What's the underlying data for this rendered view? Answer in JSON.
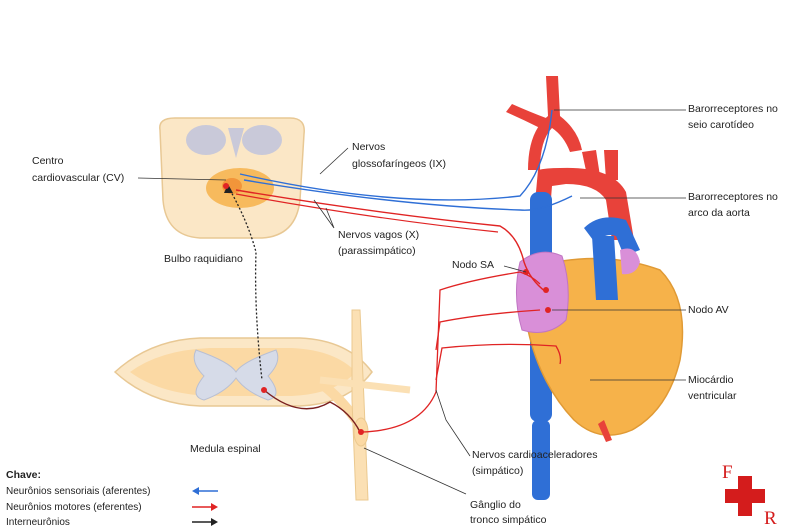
{
  "labels": {
    "cv_center_1": "Centro",
    "cv_center_2": "cardiovascular (CV)",
    "medulla_oblongata": "Bulbo raquidiano",
    "spinal_cord": "Medula espinal",
    "glossopharyngeal_1": "Nervos",
    "glossopharyngeal_2": "glossofaríngeos (IX)",
    "vagus_1": "Nervos vagos (X)",
    "vagus_2": "(parassimpático)",
    "sa_node": "Nodo SA",
    "av_node": "Nodo AV",
    "myocardium_1": "Miocárdio",
    "myocardium_2": "ventricular",
    "baro_carotid_1": "Barorreceptores no",
    "baro_carotid_2": "seio carotídeo",
    "baro_aorta_1": "Barorreceptores no",
    "baro_aorta_2": "arco da aorta",
    "cardioaccel_1": "Nervos cardioaceleradores",
    "cardioaccel_2": "(simpático)",
    "ganglion_1": "Gânglio do",
    "ganglion_2": "tronco simpático"
  },
  "legend": {
    "title": "Chave:",
    "items": [
      {
        "label": "Neurônios sensoriais (aferentes)",
        "color": "#2f6fd6"
      },
      {
        "label": "Neurônios motores (eferentes)",
        "color": "#e02424"
      },
      {
        "label": "Interneurônios",
        "color": "#222222"
      }
    ]
  },
  "logo": {
    "letters": [
      "F",
      "R"
    ],
    "color": "#d41c1c"
  },
  "colors": {
    "artery": "#e8423a",
    "vein": "#2f6fd6",
    "heart": "#f6b24a",
    "atrium": "#d98fd8",
    "neural_tissue": "#fbd9a4",
    "white_matter": "#fbe7c6",
    "gray_matter": "#c9c9d9",
    "sensory": "#2f6fd6",
    "motor": "#e02424",
    "interneuron": "#222222"
  }
}
